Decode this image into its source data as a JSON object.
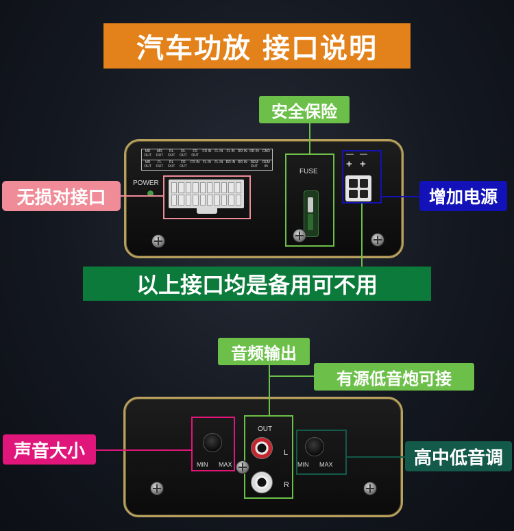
{
  "title": "汽车功放 接口说明",
  "top_panel": {
    "labels": {
      "fuse_callout": "安全保险",
      "lossless_callout": "无损对接口",
      "power_callout": "增加电源",
      "note": "以上接口均是备用可不用"
    },
    "device_text": {
      "power": "POWER",
      "fuse": "FUSE",
      "plus1": "+",
      "plus2": "+",
      "minus1": "—",
      "minus2": "—",
      "pins_top": [
        "MR OUT",
        "MR OUT",
        "RL OUT",
        "RL OUT",
        "FR OUT",
        "FR IN",
        "FL IN",
        "FL IN",
        "RR IN",
        "RR IN",
        "GND"
      ],
      "pins_bottom": [
        "MR OUT",
        "FL OUT",
        "RL OUT",
        "FR OUT",
        "FR IN",
        "FL IN",
        "FL IN",
        "RR IN",
        "RR IN",
        "REM OUT",
        "REM IN"
      ]
    }
  },
  "bottom_panel": {
    "labels": {
      "audio_out": "音频输出",
      "subwoofer": "有源低音炮可接",
      "volume": "声音大小",
      "eq": "高中低音调"
    },
    "device_text": {
      "out": "OUT",
      "left": "L",
      "right": "R",
      "min1": "MIN",
      "max1": "MAX",
      "min2": "MIN",
      "max2": "MAX"
    }
  },
  "colors": {
    "orange": "#e3821a",
    "green_label": "#6cc04a",
    "dark_green": "#0b7a3a",
    "pink": "#ef8c98",
    "blue": "#1212b8",
    "magenta": "#e0167a",
    "teal": "#135a4a"
  }
}
